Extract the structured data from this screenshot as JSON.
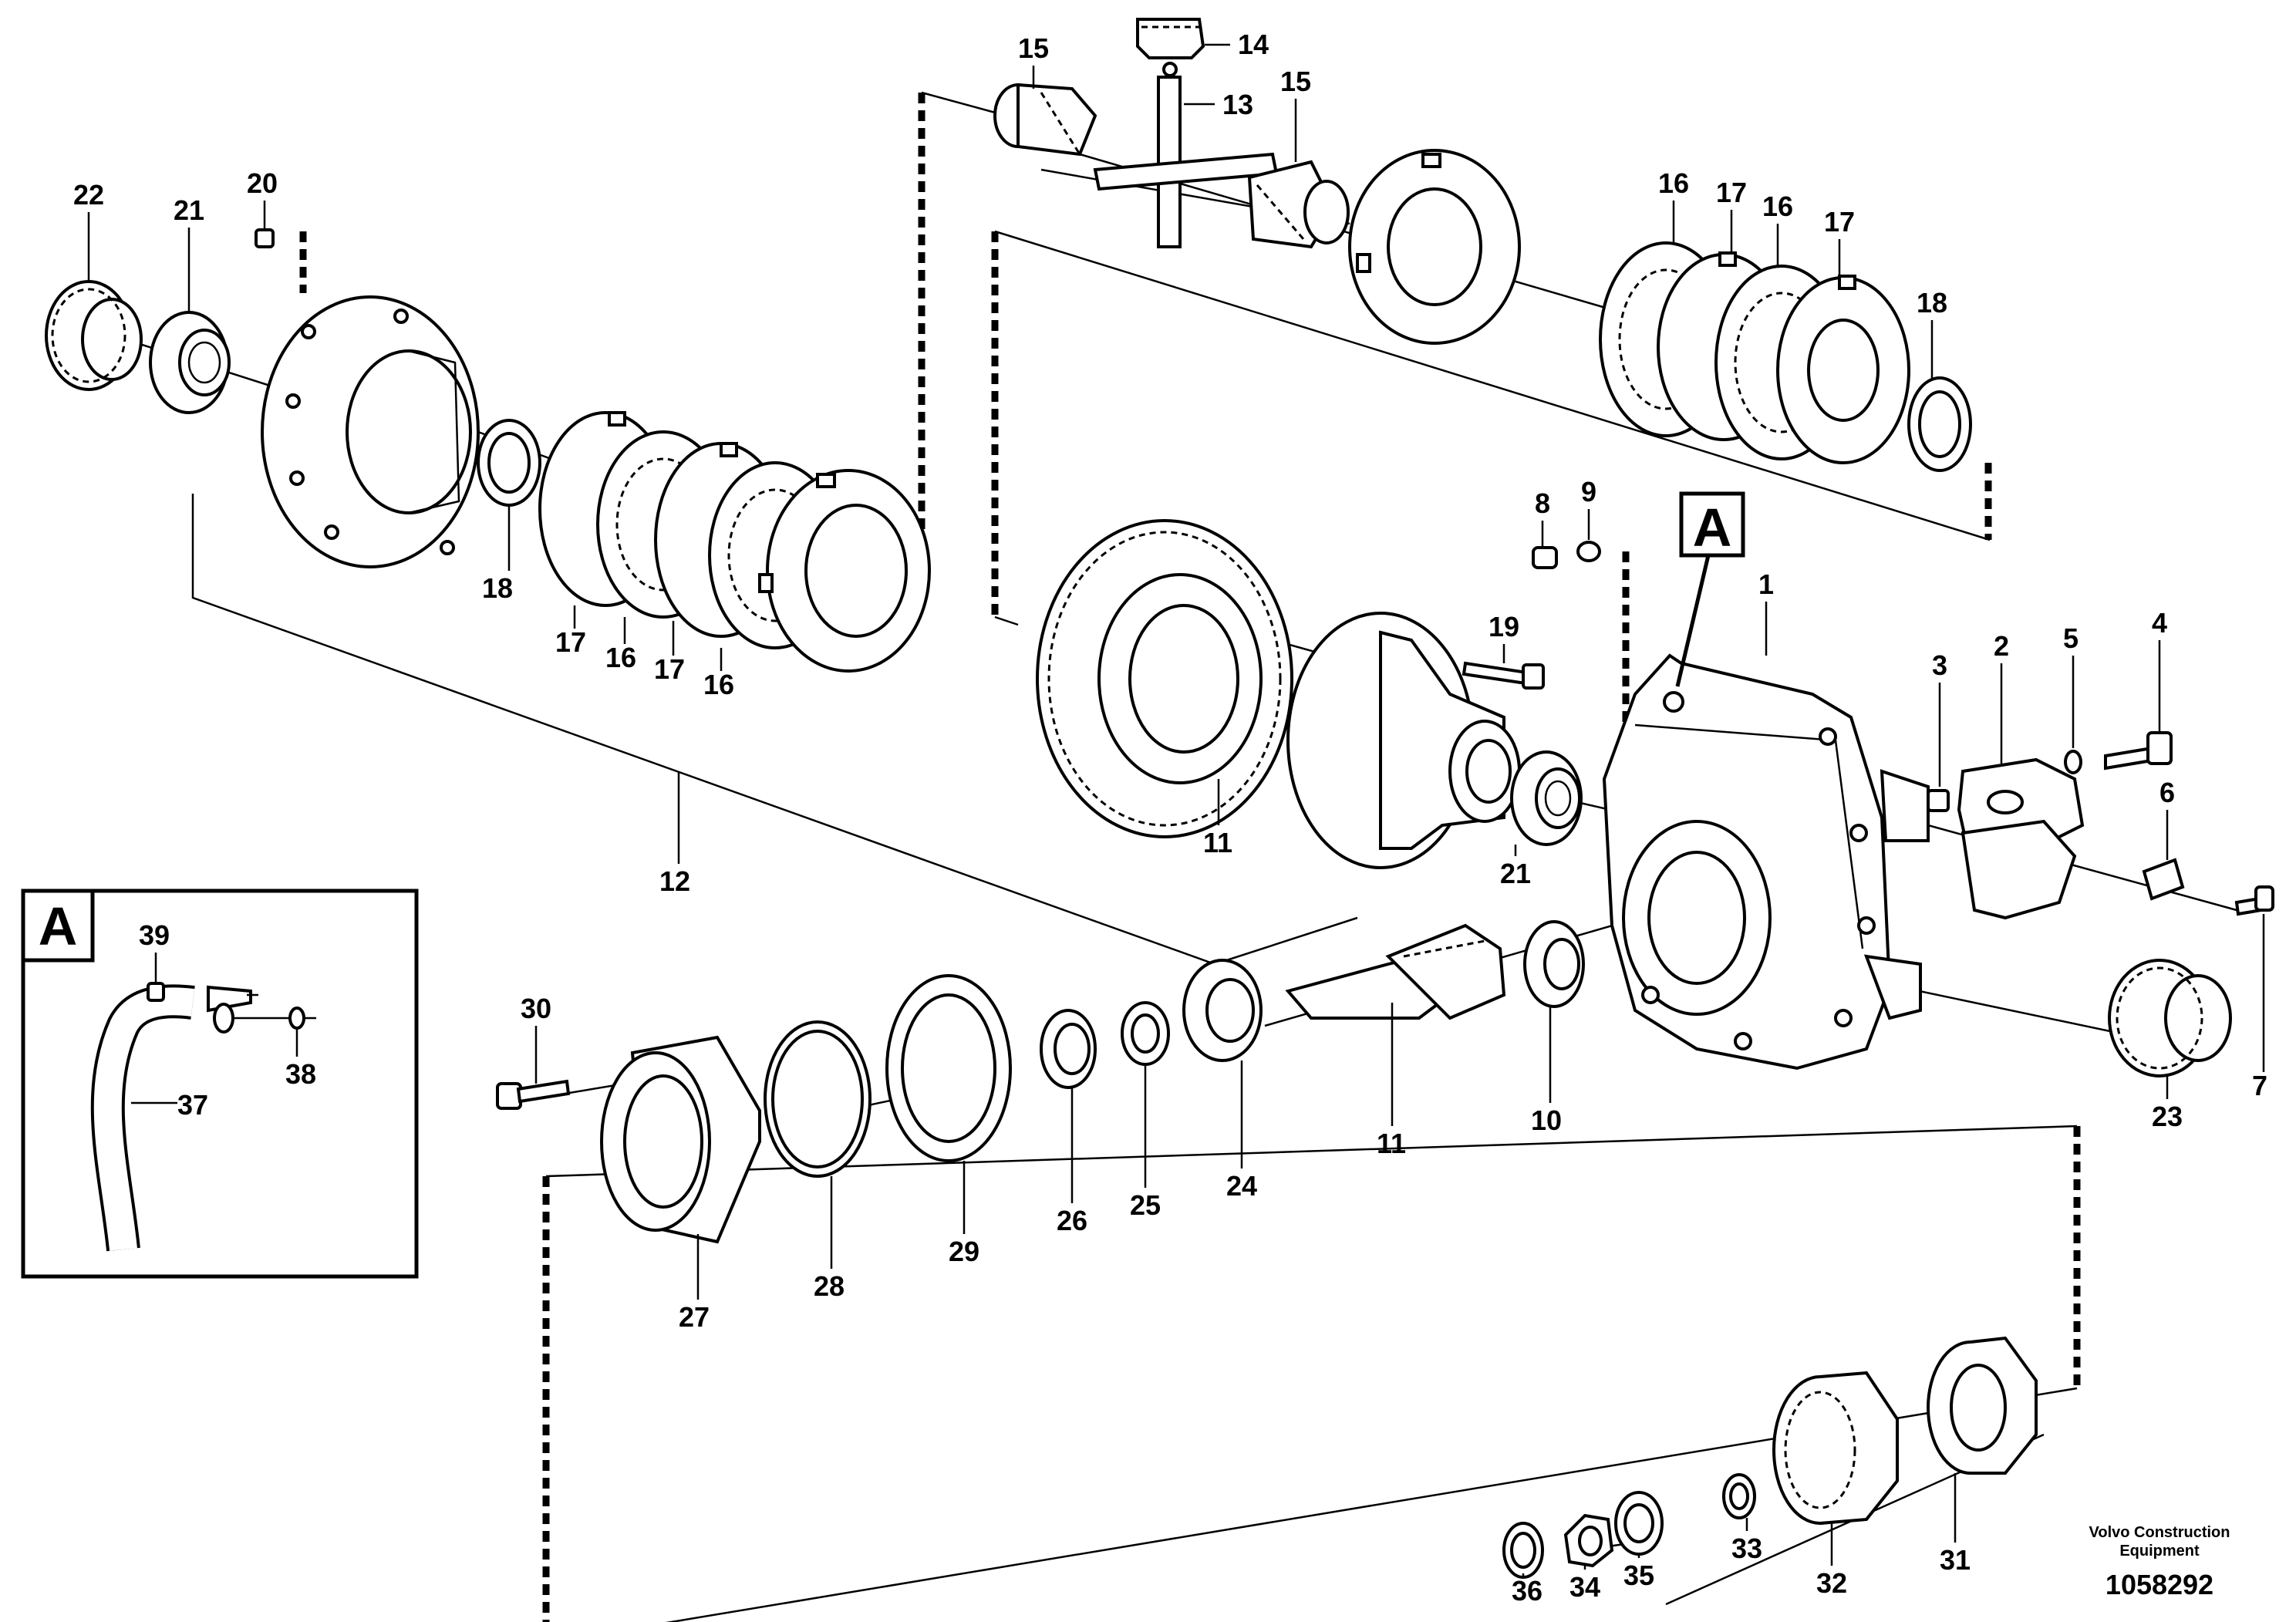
{
  "labels": {
    "p1": "1",
    "p2": "2",
    "p3": "3",
    "p4": "4",
    "p5": "5",
    "p6": "6",
    "p7": "7",
    "p8": "8",
    "p9": "9",
    "p10": "10",
    "p11a": "11",
    "p11b": "11",
    "p12": "12",
    "p13": "13",
    "p14": "14",
    "p15a": "15",
    "p15b": "15",
    "p16a": "16",
    "p16b": "16",
    "p16c": "16",
    "p16d": "16",
    "p17a": "17",
    "p17b": "17",
    "p17c": "17",
    "p17d": "17",
    "p18a": "18",
    "p18b": "18",
    "p19": "19",
    "p20": "20",
    "p21a": "21",
    "p21b": "21",
    "p22": "22",
    "p23": "23",
    "p24": "24",
    "p25": "25",
    "p26": "26",
    "p27": "27",
    "p28": "28",
    "p29": "29",
    "p30": "30",
    "p31": "31",
    "p32": "32",
    "p33": "33",
    "p34": "34",
    "p35": "35",
    "p36": "36",
    "p37": "37",
    "p38": "38",
    "p39": "39"
  },
  "detail_marker": "A",
  "inset_title": "A",
  "footer": {
    "brand_line1": "Volvo Construction",
    "brand_line2": "Equipment",
    "doc_number": "1058292"
  }
}
